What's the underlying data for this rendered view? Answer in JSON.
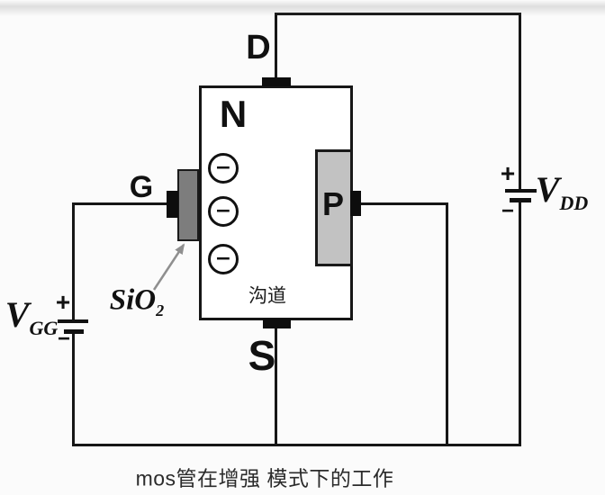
{
  "figure": {
    "caption": "mos管在增强 模式下的工作"
  },
  "mosfet": {
    "substrate_label": "N",
    "p_region_label": "P",
    "channel_label": "沟道",
    "oxide_label": {
      "base": "SiO",
      "subscript": "2"
    },
    "electron_symbol": "−",
    "terminals": {
      "drain": "D",
      "gate": "G",
      "source": "S"
    }
  },
  "supplies": {
    "gate_supply": {
      "base": "V",
      "subscript": "GG",
      "positive": "+",
      "negative": "−"
    },
    "drain_supply": {
      "base": "V",
      "subscript": "DD",
      "positive": "+",
      "negative": "−"
    }
  },
  "colors": {
    "wire": "#161616",
    "oxide_fill": "#7d7d7d",
    "p_region_fill": "#c2c2c2",
    "background": "#fbfbfb",
    "arrow": "#8f8f8f"
  }
}
